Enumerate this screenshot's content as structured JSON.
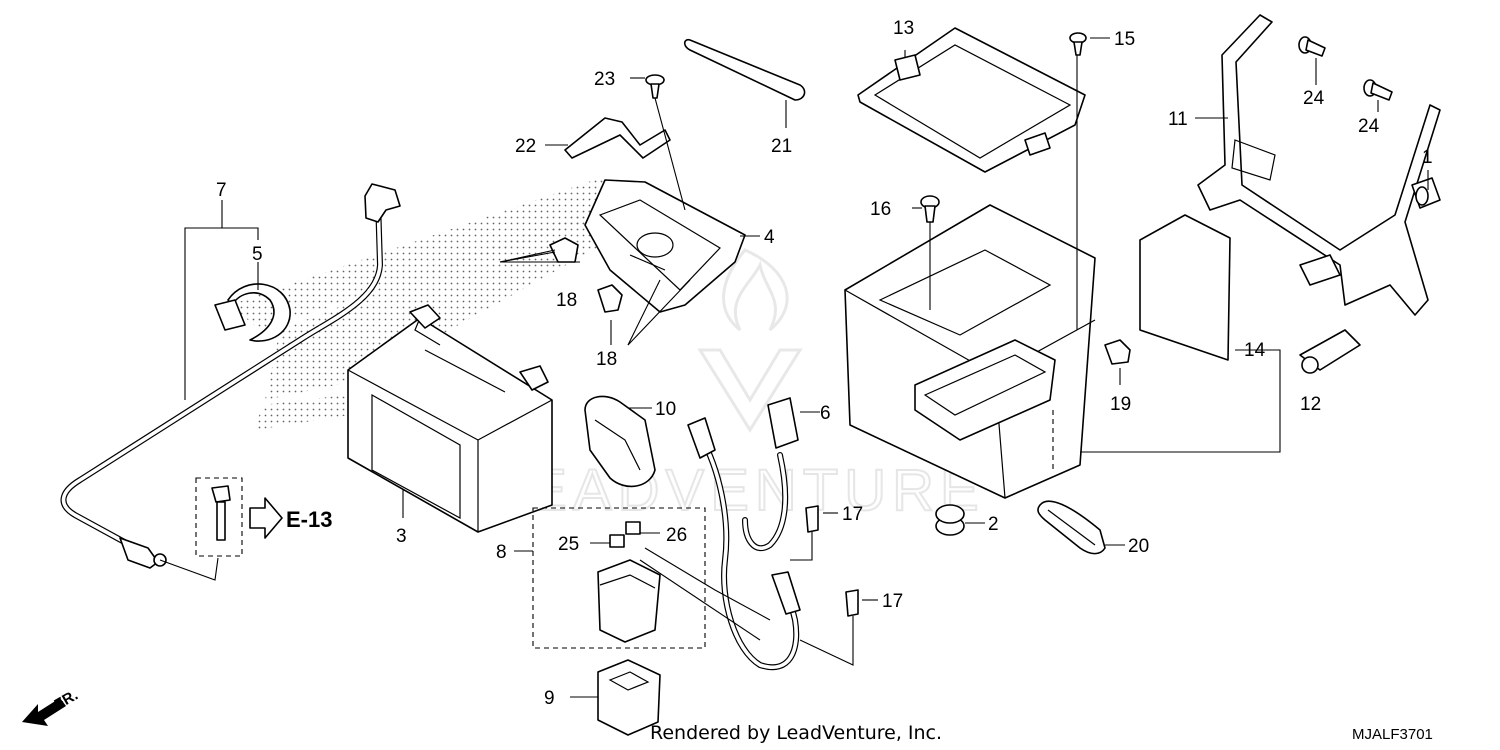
{
  "callouts": {
    "c1": "1",
    "c2": "2",
    "c3": "3",
    "c4": "4",
    "c5": "5",
    "c6": "6",
    "c7": "7",
    "c8": "8",
    "c9": "9",
    "c10": "10",
    "c11": "11",
    "c12": "12",
    "c13": "13",
    "c14": "14",
    "c15": "15",
    "c16": "16",
    "c17a": "17",
    "c17b": "17",
    "c18a": "18",
    "c18b": "18",
    "c19": "19",
    "c20": "20",
    "c21": "21",
    "c22": "22",
    "c23": "23",
    "c24a": "24",
    "c24b": "24",
    "c25": "25",
    "c26": "26"
  },
  "reference": "E-13",
  "front_label": "FR.",
  "watermark": "LEADVENTURE",
  "footer": {
    "rendered_by": "Rendered by LeadVenture, Inc.",
    "diagram_code": "MJALF3701"
  }
}
